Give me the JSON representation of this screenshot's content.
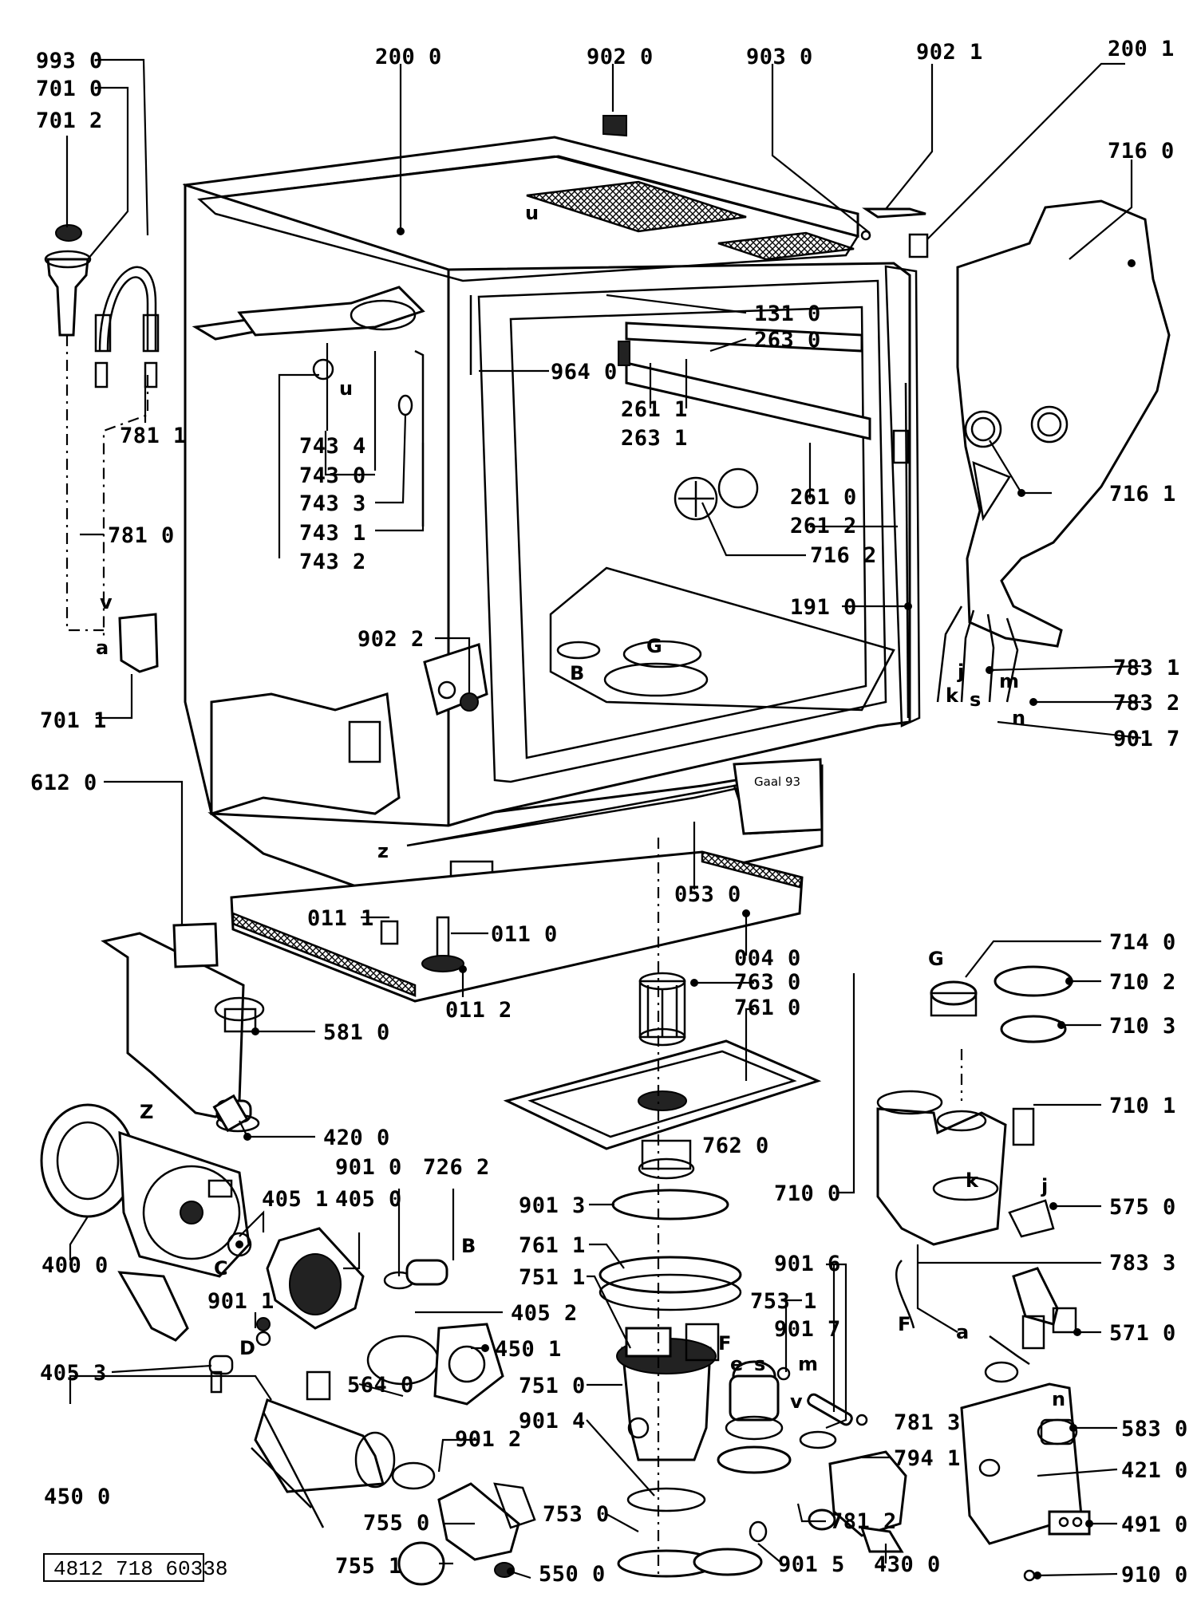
{
  "diagram": {
    "document_number": "4812 718 60338",
    "stamp": "Gaal 93",
    "part_labels": [
      "993 0",
      "701 0",
      "701 2",
      "781 1",
      "781 0",
      "701 1",
      "200 0",
      "902 0",
      "903 0",
      "902 1",
      "200 1",
      "716 0",
      "131 0",
      "263 0",
      "964 0",
      "261 1",
      "263 1",
      "261 0",
      "261 2",
      "716 1",
      "716 2",
      "743 4",
      "743 0",
      "743 3",
      "743 1",
      "743 2",
      "191 0",
      "902 2",
      "783 1",
      "783 2",
      "901 7",
      "612 0",
      "011 1",
      "011 0",
      "011 2",
      "053 0",
      "004 0",
      "763 0",
      "761 0",
      "714 0",
      "710 2",
      "710 3",
      "710 1",
      "710 0",
      "575 0",
      "783 3",
      "571 0",
      "581 0",
      "420 0",
      "901 0",
      "726 2",
      "405 1",
      "405 0",
      "400 0",
      "762 0",
      "901 3",
      "761 1",
      "751 1",
      "751 0",
      "901 4",
      "405 2",
      "901 1",
      "405 3",
      "450 1",
      "564 0",
      "901 2",
      "450 0",
      "755 0",
      "755 1",
      "550 0",
      "753 0",
      "753 1",
      "901 6",
      "901 7",
      "781 3",
      "794 1",
      "781 2",
      "901 5",
      "430 0",
      "583 0",
      "421 0",
      "491 0",
      "910 0"
    ],
    "letters": [
      "u",
      "u",
      "B",
      "G",
      "v",
      "a",
      "z",
      "k",
      "j",
      "s",
      "m",
      "n",
      "C",
      "D",
      "F",
      "e",
      "s",
      "m",
      "v",
      "a",
      "n",
      "G",
      "k",
      "j",
      "F",
      "B",
      "Z",
      "z"
    ]
  }
}
